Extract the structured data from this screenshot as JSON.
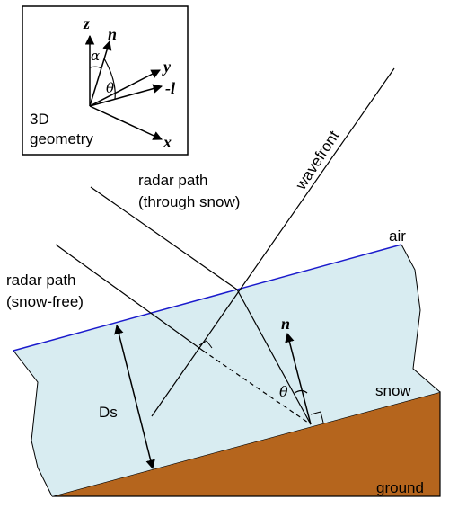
{
  "inset": {
    "title_line1": "3D",
    "title_line2": "geometry",
    "axis_z": "z",
    "axis_n": "n",
    "axis_y": "y",
    "axis_neg_l": "-l",
    "axis_x": "x",
    "angle_alpha": "α",
    "angle_theta": "θ"
  },
  "labels": {
    "radar_through_line1": "radar path",
    "radar_through_line2": "(through snow)",
    "radar_free_line1": "radar path",
    "radar_free_line2": "(snow-free)",
    "wavefront": "wavefront",
    "air": "air",
    "snow": "snow",
    "ground": "ground",
    "depth": "Ds",
    "normal": "n",
    "theta": "θ"
  },
  "colors": {
    "snow_fill": "#d8ecf1",
    "ground_fill": "#b5651d",
    "snow_surface": "#1a1acc",
    "line": "#000000"
  }
}
